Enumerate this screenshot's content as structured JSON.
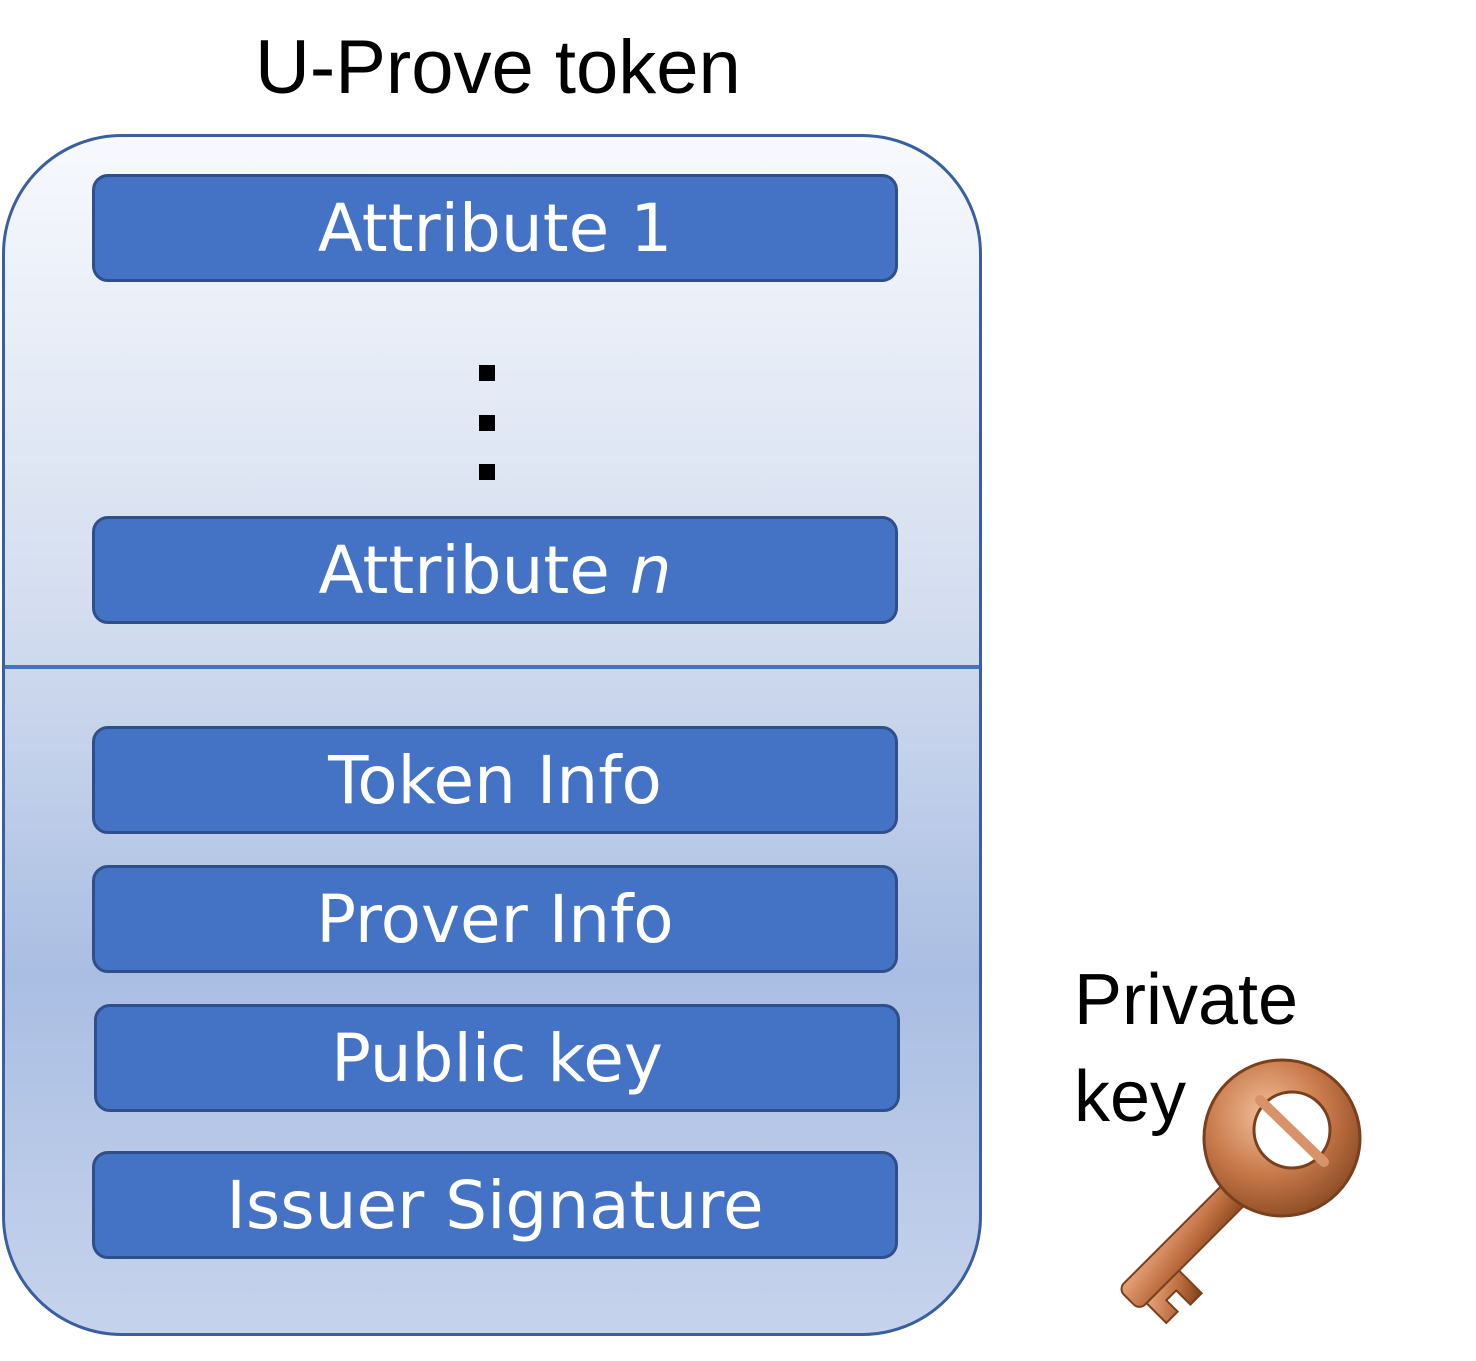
{
  "diagram": {
    "title": "U-Prove token",
    "attribute_first": "Attribute 1",
    "attribute_last_prefix": "Attribute",
    "attribute_last_var": "n",
    "fields": [
      "Token Info",
      "Prover Info",
      "Public key",
      "Issuer Signature"
    ],
    "private_key_label_line1": "Private",
    "private_key_label_line2": "key"
  },
  "colors": {
    "field_fill": "#4472c4",
    "field_border": "#2f4f8a",
    "token_border": "#3a5fa0",
    "key": "#c8794a"
  },
  "icons": {
    "key": "key-icon"
  }
}
